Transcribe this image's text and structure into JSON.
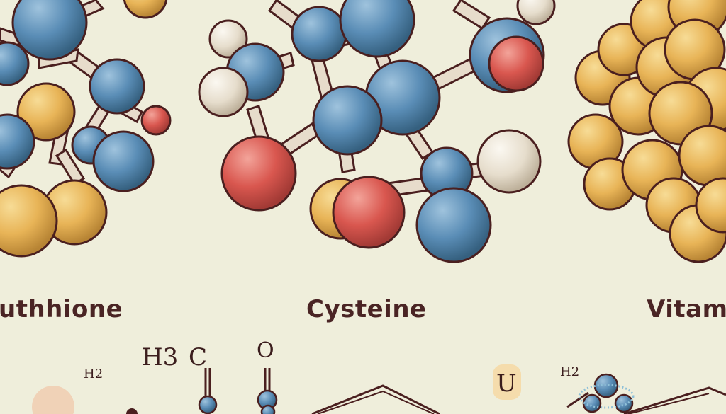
{
  "labels": {
    "left": "uthhione",
    "center": "Cysteine",
    "right": "Vitami"
  },
  "formula_text": {
    "h3": "H3",
    "c": "C",
    "o": "O",
    "h2_left": "H2",
    "h2_right": "H2",
    "u": "U"
  },
  "colors": {
    "background": "#efeedb",
    "blue_atom": "#5b8fb8",
    "red_atom": "#d9574f",
    "yellow_atom": "#e9b758",
    "white_atom": "#e9e1d3",
    "outline": "#4a1f1f",
    "label_text": "#4a2424"
  }
}
